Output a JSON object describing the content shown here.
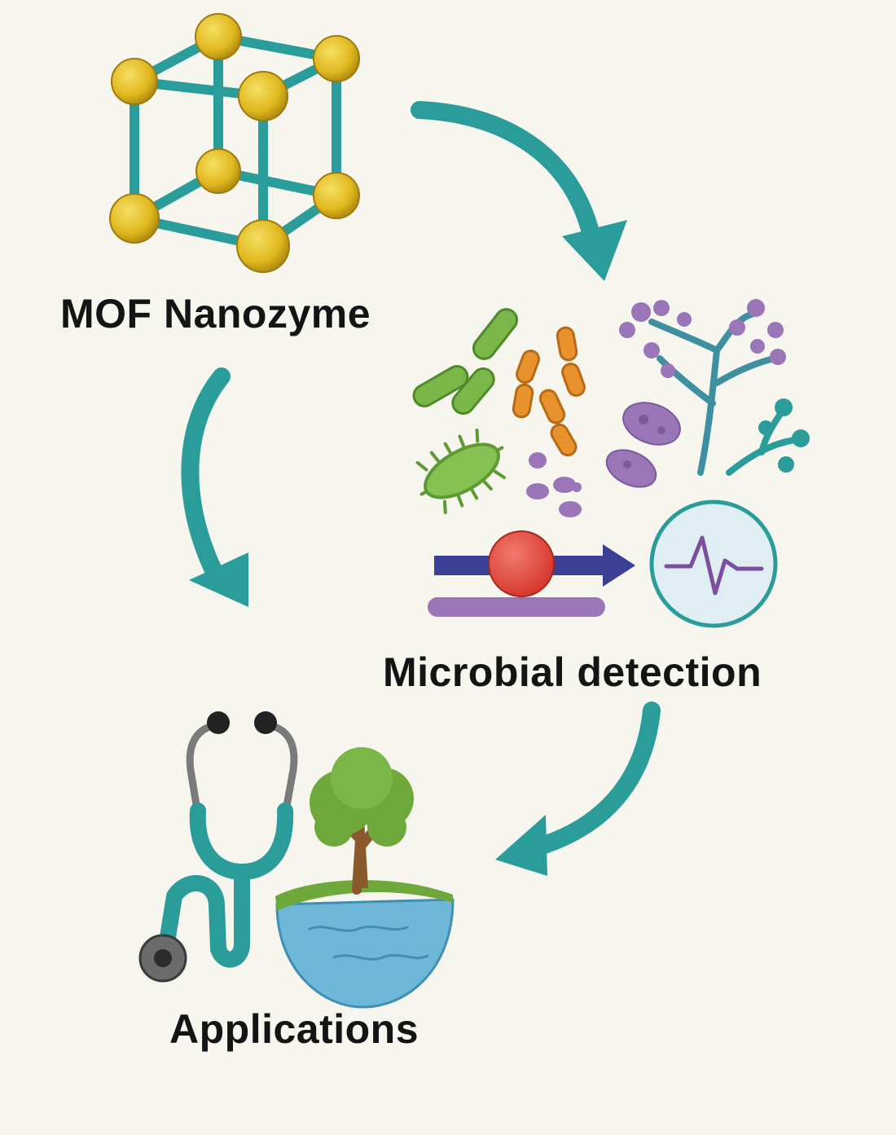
{
  "nodes": {
    "mof": {
      "label": "MOF Nanozyme",
      "icon": "mof-lattice-icon"
    },
    "microbial": {
      "label": "Microbial detection",
      "icon": "microbes-and-sensor-icon"
    },
    "applications": {
      "label": "Applications",
      "icon": "stethoscope-and-environment-icon"
    }
  },
  "edges": [
    {
      "from": "mof",
      "to": "microbial"
    },
    {
      "from": "mof",
      "to": "applications"
    },
    {
      "from": "microbial",
      "to": "applications"
    }
  ],
  "colors": {
    "background": "#f6f5ee",
    "arrow": "#2a9d9a",
    "node_sphere": "#e0b81f",
    "lattice_bond": "#2a9d9a",
    "green_microbe": "#7ab648",
    "orange_microbe": "#e8922e",
    "purple_microbe": "#9a76b8",
    "sensor_particle": "#e0453a",
    "sensor_arrow": "#3c3f96",
    "tree_green": "#6fa83a",
    "water_blue": "#6fb7d8"
  }
}
